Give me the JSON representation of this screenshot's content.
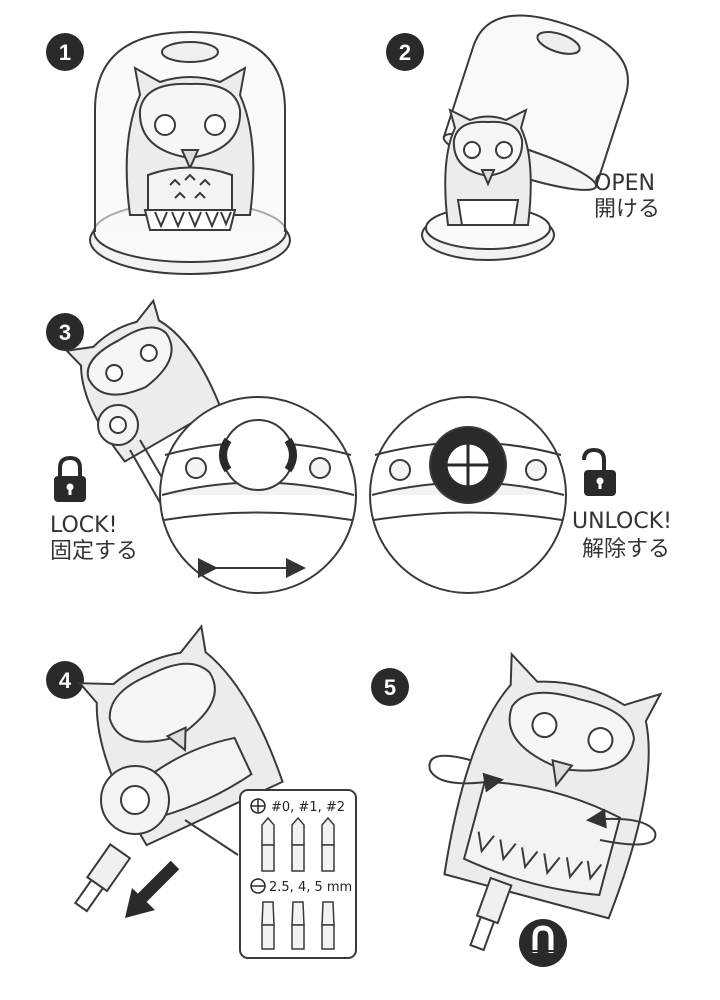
{
  "steps": [
    "1",
    "2",
    "3",
    "4",
    "5"
  ],
  "step2": {
    "open_en": "OPEN",
    "open_jp": "開ける"
  },
  "step3": {
    "lock_en": "LOCK!",
    "lock_jp": "固定する",
    "unlock_en": "UNLOCK!",
    "unlock_jp": "解除する"
  },
  "step4": {
    "phillips_sizes": "#0, #1, #2",
    "flat_sizes": "2.5, 4, 5 mm"
  },
  "colors": {
    "badge": "#2a2a2a",
    "line": "#3a3a3a",
    "body_fill": "#ececec",
    "dome_fill": "#f7f7f7"
  },
  "icons": [
    "lock-icon",
    "unlock-icon",
    "magnet-icon",
    "phillips-symbol-icon",
    "flat-symbol-icon",
    "arrow-icon"
  ]
}
